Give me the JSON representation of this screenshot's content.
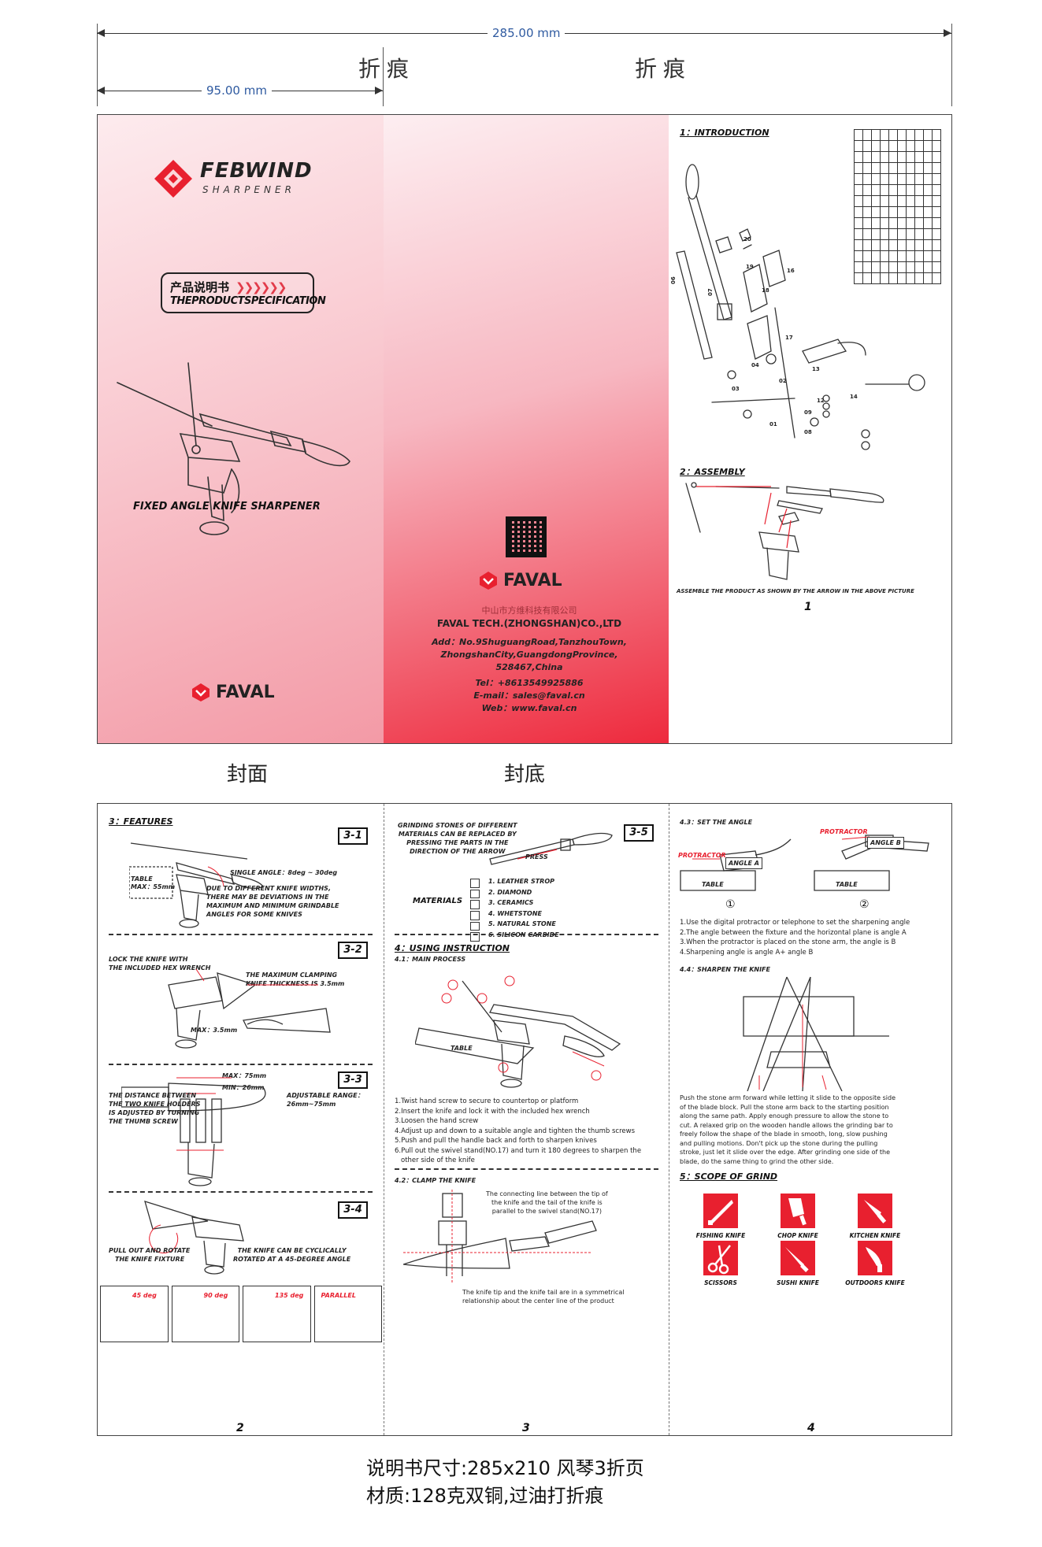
{
  "dimensions": {
    "total_width": "285.00 mm",
    "panel_width": "95.00 mm"
  },
  "fold_labels": [
    "折痕",
    "折痕"
  ],
  "face_labels": {
    "front": "封面",
    "back": "封底"
  },
  "cover": {
    "brand": "FEBWIND",
    "brand_sub": "SHARPENER",
    "spec_cn": "产品说明书",
    "spec_en": "THEPRODUCTSPECIFICATION",
    "product_title": "FIXED ANGLE KNIFE SHARPENER",
    "logo_text": "FAVAL"
  },
  "back_panel": {
    "logo_text": "FAVAL",
    "company_cn": "中山市方维科技有限公司",
    "company_en": "FAVAL TECH.(ZHONGSHAN)CO.,LTD",
    "address_1": "Add：No.9ShuguangRoad,TanzhouTown,",
    "address_2": "ZhongshanCity,GuangdongProvince,",
    "address_3": "528467,China",
    "tel": "Tel：+8613549925886",
    "email": "E-mail：sales@faval.cn",
    "web": "Web：www.faval.cn"
  },
  "page1": {
    "intro_title": "1：INTRODUCTION",
    "assembly_title": "2：ASSEMBLY",
    "assembly_caption": "ASSEMBLE THE PRODUCT AS SHOWN BY THE ARROW IN THE ABOVE PICTURE",
    "page_number": "1",
    "part_numbers": [
      "01",
      "02",
      "03",
      "04",
      "06",
      "07",
      "08",
      "09",
      "12",
      "13",
      "14",
      "16",
      "17",
      "18",
      "19",
      "20"
    ]
  },
  "page2": {
    "features_title": "3：FEATURES",
    "tag_31": "3-1",
    "table_label": "TABLE",
    "table_max": "MAX：55mm",
    "single_angle": "SINGLE ANGLE：8deg ~ 30deg",
    "width_note_1": "DUE TO DIFFERENT KNIFE WIDTHS,",
    "width_note_2": "THERE MAY BE DEVIATIONS IN THE",
    "width_note_3": "MAXIMUM AND MINIMUM GRINDABLE",
    "width_note_4": "ANGLES FOR SOME KNIVES",
    "tag_32": "3-2",
    "lock_note_1": "LOCK THE KNIFE WITH",
    "lock_note_2": "THE INCLUDED HEX WRENCH",
    "clamp_note_1": "THE MAXIMUM CLAMPING",
    "clamp_note_2": "KNIFE THICKNESS IS 3.5mm",
    "max_35": "MAX：3.5mm",
    "tag_33": "3-3",
    "max_75": "MAX：75mm",
    "min_26": "MIN：26mm",
    "holder_note_1": "THE DISTANCE BETWEEN",
    "holder_note_2": "THE TWO KNIFE HOLDERS",
    "holder_note_3": "IS ADJUSTED BY TURNING",
    "holder_note_4": "THE THUMB SCREW",
    "range_note_1": "ADJUSTABLE RANGE：",
    "range_note_2": "26mm~75mm",
    "tag_34": "3-4",
    "rotate_note_1": "PULL OUT AND ROTATE",
    "rotate_note_2": "THE KNIFE FIXTURE",
    "cyclic_note_1": "THE KNIFE CAN BE CYCLICALLY",
    "cyclic_note_2": "ROTATED AT A 45-DEGREE ANGLE",
    "angle_labels": [
      "45 deg",
      "90 deg",
      "135 deg",
      "PARALLEL"
    ],
    "page_number": "2"
  },
  "page3": {
    "grind_note_1": "GRINDING STONES OF DIFFERENT",
    "grind_note_2": "MATERIALS CAN BE REPLACED BY",
    "grind_note_3": "PRESSING THE PARTS IN THE",
    "grind_note_4": "DIRECTION OF THE ARROW",
    "press": "PRESS",
    "tag_35": "3-5",
    "materials_label": "MATERIALS",
    "materials": [
      "1. LEATHER STROP",
      "2. DIAMOND",
      "3. CERAMICS",
      "4. WHETSTONE",
      "5. NATURAL STONE",
      "6. SILICON CARBIDE"
    ],
    "using_title": "4：USING INSTRUCTION",
    "main_process": "4.1：MAIN PROCESS",
    "table_label": "TABLE",
    "steps": [
      "1.Twist hand screw to secure to countertop or platform",
      "2.Insert the knife and lock it with the included hex wrench",
      "3.Loosen the hand screw",
      "4.Adjust up and down to a suitable angle and tighten the thumb screws",
      "5.Push and pull the handle back and forth to sharpen knives",
      "6.Pull out the swivel stand(NO.17) and turn it 180 degrees to sharpen the",
      "other side of the knife"
    ],
    "clamp_title": "4.2：CLAMP THE KNIFE",
    "clamp_note_1": "The connecting line between the tip of",
    "clamp_note_2": "the knife and the tail of the knife is",
    "clamp_note_3": "parallel to the swivel stand(NO.17)",
    "sym_note_1": "The knife tip and the knife tail are in a symmetrical",
    "sym_note_2": "relationship about the center line of the product",
    "page_number": "3"
  },
  "page4": {
    "set_angle_title": "4.3：SET THE ANGLE",
    "protractor": "PROTRACTOR",
    "angle_a": "ANGLE A",
    "angle_b": "ANGLE B",
    "table_label": "TABLE",
    "circle_1": "①",
    "circle_2": "②",
    "angle_steps": [
      "1.Use the digital protractor or telephone to set the sharpening angle",
      "2.The angle between the fixture and the horizontal plane is angle A",
      "3.When the protractor is placed on the stone arm, the angle is B",
      "4.Sharpening angle is angle A+ angle B"
    ],
    "sharpen_title": "4.4：SHARPEN THE KNIFE",
    "sharpen_text": [
      "Push the stone arm forward while letting it slide to the opposite side",
      "of the blade block. Pull the stone arm back to the starting position",
      "along the same path. Apply enough pressure to allow the stone to",
      "cut. A relaxed grip on the wooden handle allows the grinding bar to",
      "freely follow the shape of the blade in smooth, long, slow pushing",
      "and pulling motions. Don't pick up the stone during the pulling",
      "stroke, just let it slide over the edge. After grinding one side of the",
      "blade, do the same thing to grind the other side."
    ],
    "scope_title": "5：SCOPE OF GRIND",
    "knives": [
      "FISHING KNIFE",
      "CHOP KNIFE",
      "KITCHEN KNIFE",
      "SCISSORS",
      "SUSHI KNIFE",
      "OUTDOORS KNIFE"
    ],
    "page_number": "4"
  },
  "footer": {
    "line1": "说明书尺寸:285x210 风琴3折页",
    "line2": "材质:128克双铜,过油打折痕"
  },
  "colors": {
    "brand_red": "#e8202f",
    "dimension_text": "#2f5aa0"
  }
}
